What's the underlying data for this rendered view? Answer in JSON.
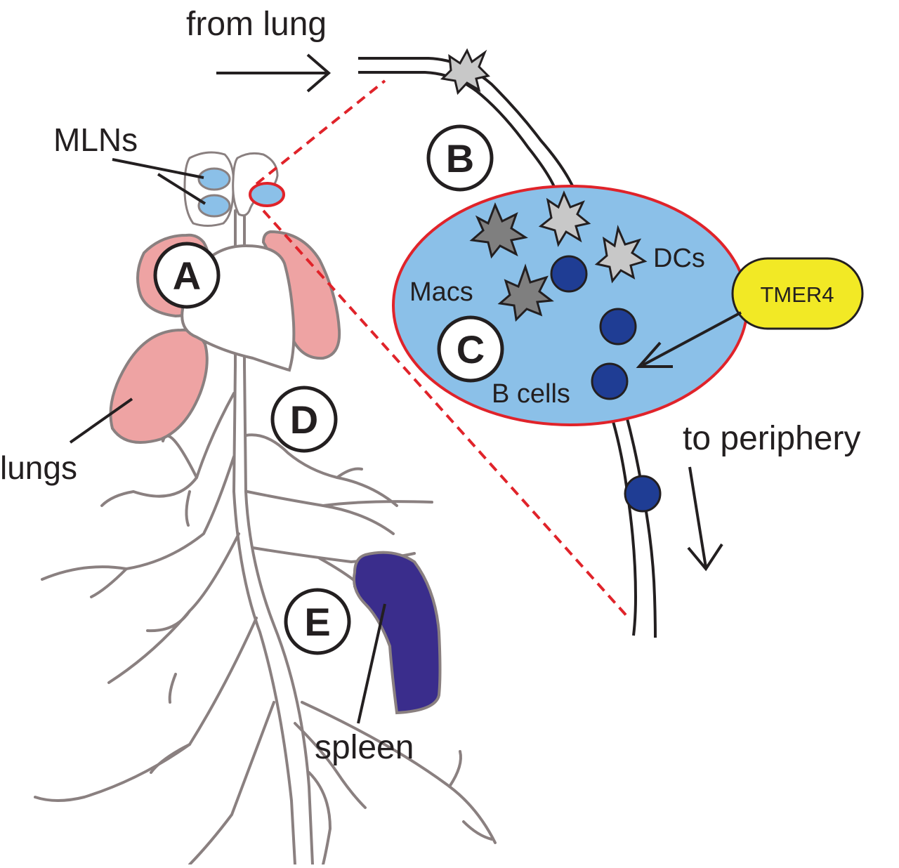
{
  "labels": {
    "from_lung": "from lung",
    "mlns": "MLNs",
    "lungs": "lungs",
    "spleen": "spleen",
    "to_periphery": "to periphery",
    "macs": "Macs",
    "dcs": "DCs",
    "b_cells": "B cells",
    "tmer4": "TMER4"
  },
  "markers": {
    "a": "A",
    "b": "B",
    "c": "C",
    "d": "D",
    "e": "E"
  },
  "colors": {
    "lymph_node_fill": "#8bc0e8",
    "lymph_node_outline": "#e0232a",
    "lung_fill": "#eea3a3",
    "spleen_fill": "#3a2d8c",
    "b_cell_fill": "#1f3d94",
    "dc_light": "#c8c8c8",
    "mac_dark": "#7f7f7f",
    "tmer4_fill": "#f2e925",
    "vessel_gray": "#8a8080",
    "zoom_line": "#e0232a"
  }
}
